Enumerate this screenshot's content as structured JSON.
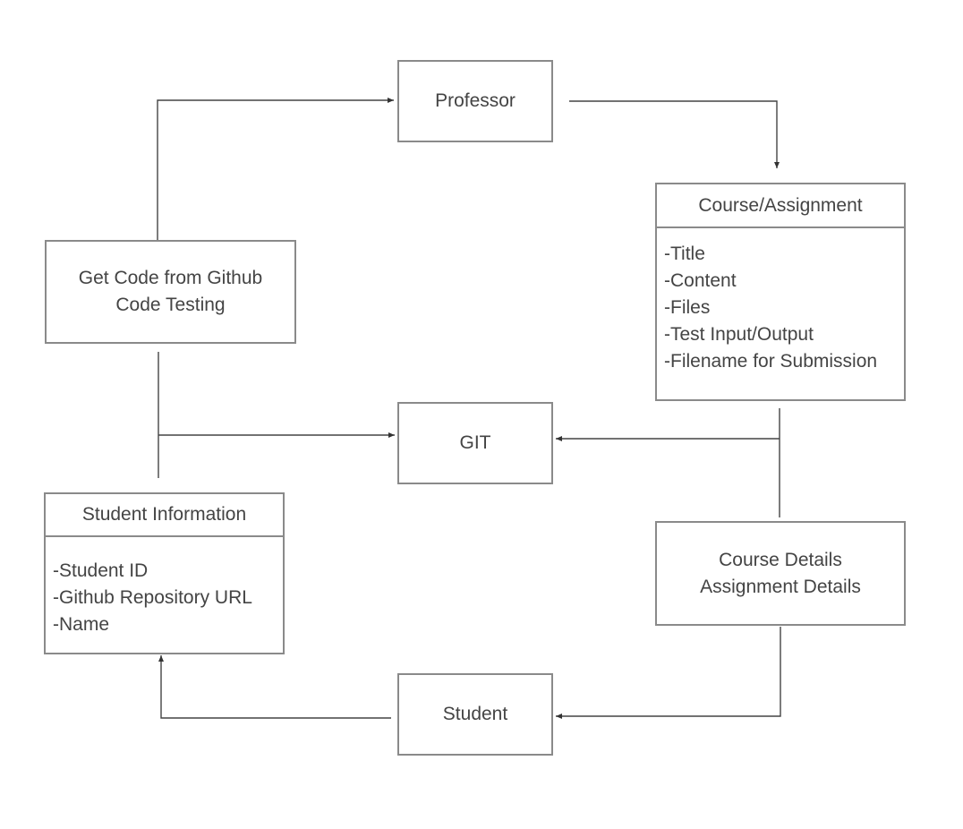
{
  "diagram": {
    "professor": {
      "label": "Professor"
    },
    "course_assignment": {
      "title": "Course/Assignment",
      "items": [
        "-Title",
        "-Content",
        "-Files",
        "-Test Input/Output",
        "-Filename for Submission"
      ]
    },
    "get_code": {
      "lines": [
        "Get Code from Github",
        "Code Testing"
      ]
    },
    "git": {
      "label": "GIT"
    },
    "student_information": {
      "title": "Student Information",
      "items": [
        "-Student ID",
        "-Github Repository URL",
        "-Name"
      ]
    },
    "course_details": {
      "lines": [
        "Course Details",
        "Assignment Details"
      ]
    },
    "student": {
      "label": "Student"
    }
  },
  "colors": {
    "border": "#8a8a8a",
    "line": "#444444",
    "text": "#444444"
  }
}
